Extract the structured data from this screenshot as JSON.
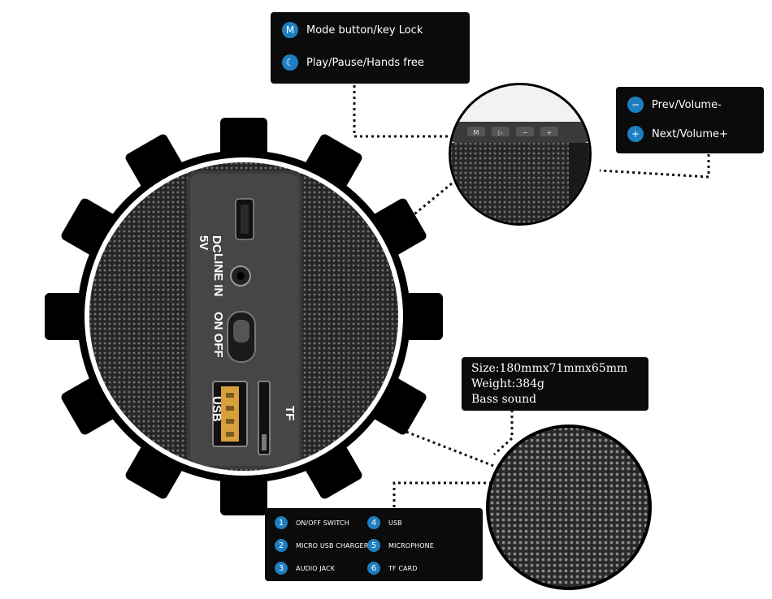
{
  "top_callout": {
    "items": [
      {
        "badge": "M",
        "label": "Mode button/key Lock"
      },
      {
        "badge": "☾",
        "label": "Play/Pause/Hands free"
      }
    ]
  },
  "right_callout": {
    "items": [
      {
        "badge": "−",
        "label": "Prev/Volume-"
      },
      {
        "badge": "+",
        "label": "Next/Volume+"
      }
    ]
  },
  "specs": {
    "lines": [
      "Size:180mmx71mmx65mm",
      "Weight:384g",
      "Bass sound"
    ]
  },
  "legend": {
    "items": [
      {
        "num": "1",
        "label": "ON/OFF SWITCH"
      },
      {
        "num": "2",
        "label": "MICRO USB CHARGER"
      },
      {
        "num": "3",
        "label": "AUDIO JACK"
      },
      {
        "num": "4",
        "label": "USB"
      },
      {
        "num": "5",
        "label": "MICROPHONE"
      },
      {
        "num": "6",
        "label": "TF CARD"
      }
    ]
  },
  "panel_labels": {
    "dc": "DC",
    "volt": "5V",
    "line_in": "LINE IN",
    "on_off": "ON OFF",
    "usb": "USB",
    "tf": "TF"
  },
  "button_labels": [
    "M",
    "▷",
    "−",
    "+"
  ],
  "colors": {
    "accent": "#1e7fc0",
    "dark": "#0b0b0b"
  }
}
